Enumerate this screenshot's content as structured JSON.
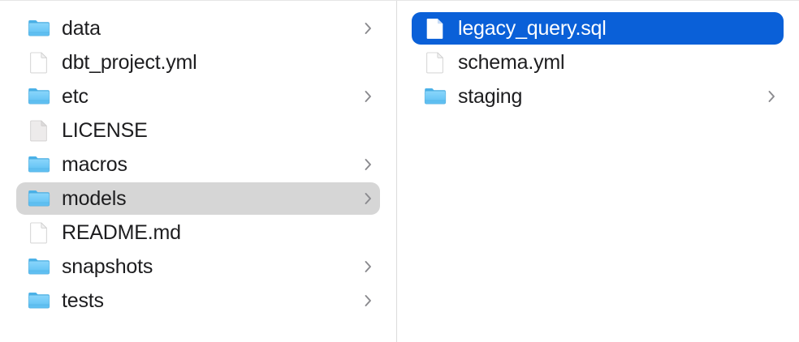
{
  "window": {
    "view_mode": "column-view",
    "background_color": "#ffffff",
    "divider_color": "#dcdcdc"
  },
  "colors": {
    "selection_active": "#0a60d8",
    "selection_active_text": "#ffffff",
    "selection_inactive": "#d6d6d6",
    "text": "#1d1d1f",
    "chevron": "#8a8a8e",
    "folder_top": "#5ec2f2",
    "folder_body": "#74cdf7",
    "folder_edge": "#3b9fd4",
    "document_fill": "#ffffff",
    "document_stroke": "#c8c8c8",
    "document_generic_fill": "#eceaea"
  },
  "columns": [
    {
      "name": "column-1",
      "items": [
        {
          "label": "data",
          "icon": "folder-icon",
          "has_chevron": true,
          "selected": "none"
        },
        {
          "label": "dbt_project.yml",
          "icon": "document-icon",
          "has_chevron": false,
          "selected": "none"
        },
        {
          "label": "etc",
          "icon": "folder-icon",
          "has_chevron": true,
          "selected": "none"
        },
        {
          "label": "LICENSE",
          "icon": "document-generic-icon",
          "has_chevron": false,
          "selected": "none"
        },
        {
          "label": "macros",
          "icon": "folder-icon",
          "has_chevron": true,
          "selected": "none"
        },
        {
          "label": "models",
          "icon": "folder-icon",
          "has_chevron": true,
          "selected": "inactive"
        },
        {
          "label": "README.md",
          "icon": "document-icon",
          "has_chevron": false,
          "selected": "none"
        },
        {
          "label": "snapshots",
          "icon": "folder-icon",
          "has_chevron": true,
          "selected": "none"
        },
        {
          "label": "tests",
          "icon": "folder-icon",
          "has_chevron": true,
          "selected": "none"
        }
      ]
    },
    {
      "name": "column-2",
      "items": [
        {
          "label": "legacy_query.sql",
          "icon": "document-icon",
          "has_chevron": false,
          "selected": "active"
        },
        {
          "label": "schema.yml",
          "icon": "document-icon",
          "has_chevron": false,
          "selected": "none"
        },
        {
          "label": "staging",
          "icon": "folder-icon",
          "has_chevron": true,
          "selected": "none"
        }
      ]
    }
  ]
}
